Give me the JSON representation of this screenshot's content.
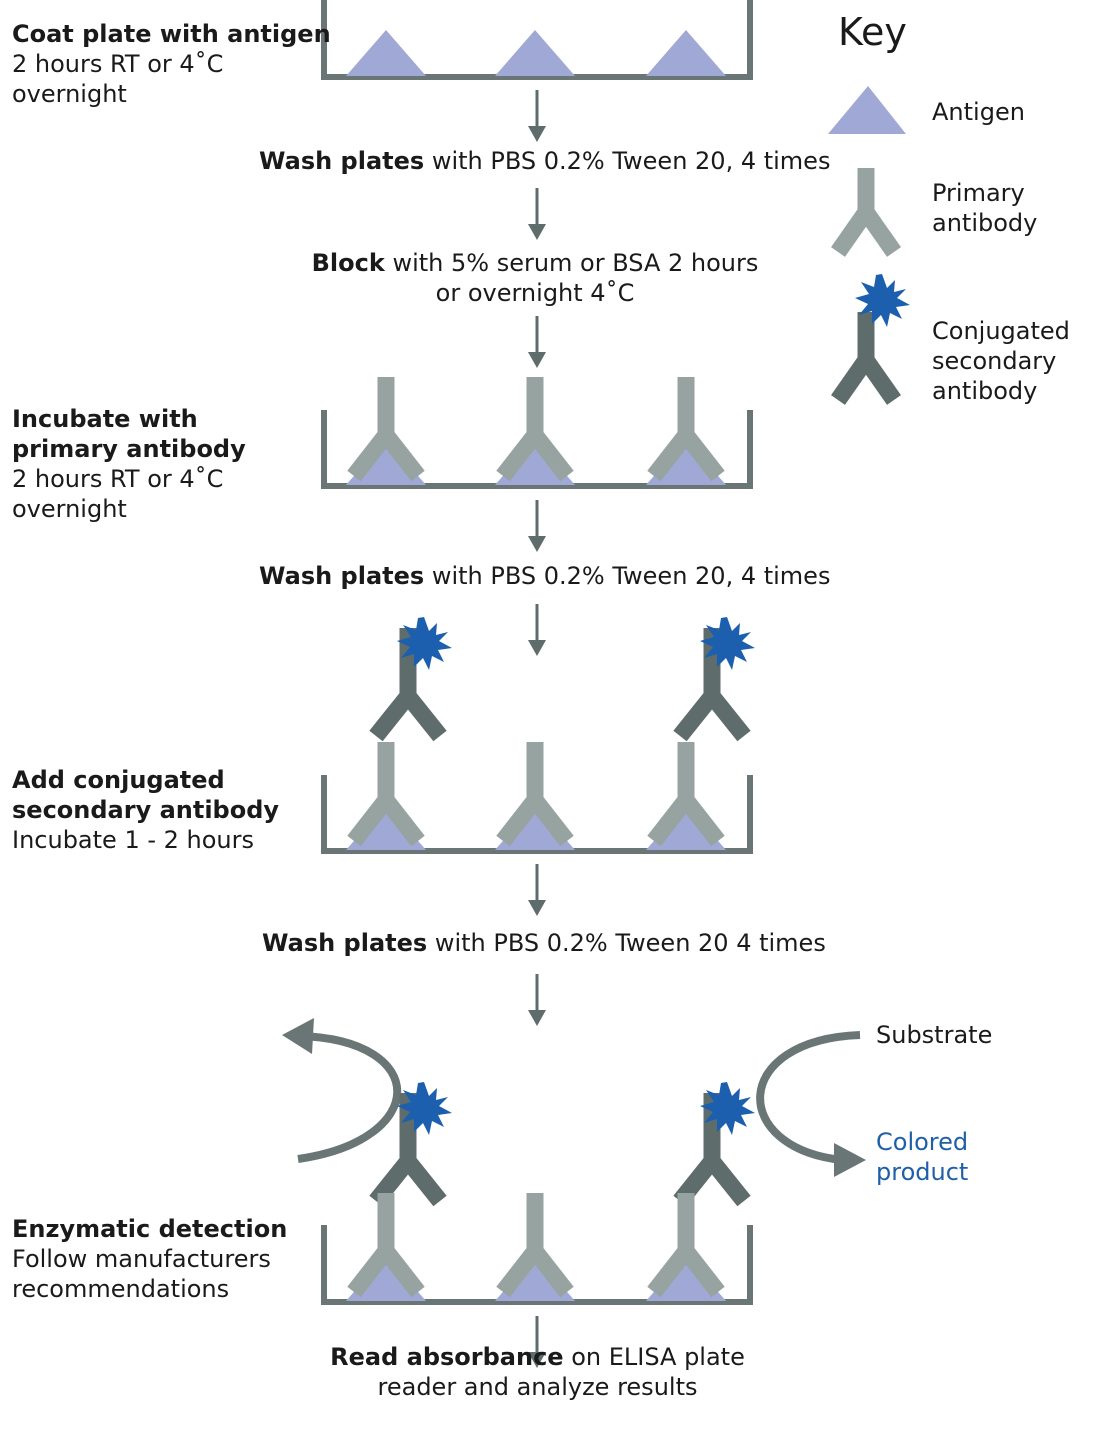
{
  "steps": {
    "coat": {
      "title": "Coat plate with antigen",
      "line1": "2 hours RT or 4˚C",
      "line2": "overnight"
    },
    "wash1": {
      "bold": "Wash plates",
      "rest": " with PBS 0.2% Tween 20, 4 times"
    },
    "block": {
      "bold": "Block",
      "rest": " with 5% serum or BSA 2 hours",
      "line2": "or overnight 4˚C"
    },
    "primary": {
      "title1": "Incubate with",
      "title2": "primary antibody",
      "line1": "2 hours RT or 4˚C",
      "line2": "overnight"
    },
    "wash2": {
      "bold": "Wash plates",
      "rest": " with PBS 0.2% Tween 20, 4 times"
    },
    "secondary": {
      "title1": "Add conjugated",
      "title2": "secondary antibody",
      "line1": "Incubate 1 - 2 hours"
    },
    "wash3": {
      "bold": "Wash plates",
      "rest": " with PBS 0.2% Tween 20 4 times"
    },
    "detection": {
      "title": "Enzymatic detection",
      "line1": "Follow manufacturers",
      "line2": "recommendations"
    },
    "read": {
      "bold": "Read absorbance",
      "rest": " on ELISA plate",
      "line2": "reader and analyze results"
    }
  },
  "reaction": {
    "substrate": "Substrate",
    "product1": "Colored",
    "product2": "product"
  },
  "key": {
    "title": "Key",
    "antigen": "Antigen",
    "primary1": "Primary",
    "primary2": "antibody",
    "secondary1": "Conjugated",
    "secondary2": "secondary",
    "secondary3": "antibody"
  },
  "colors": {
    "antigen": "#a0a8d6",
    "primary": "#97a3a0",
    "secondary": "#5f6c6c",
    "enzyme": "#1b5fae",
    "plate": "#6a7676",
    "arrow": "#5f6c6c",
    "product": "#1f5fa8"
  }
}
